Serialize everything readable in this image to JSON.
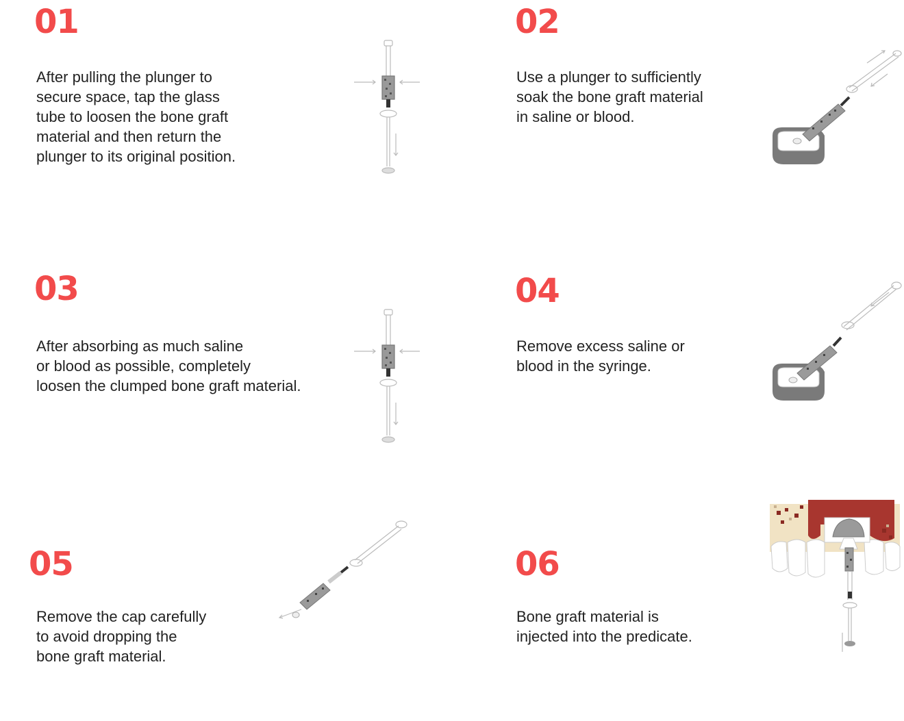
{
  "steps": [
    {
      "number": "01",
      "illustration": "vertical-syringe-tap-illustration",
      "lines": [
        "After pulling the plunger to",
        "secure space, tap the glass",
        "tube to loosen the bone graft",
        "material and then return the",
        "plunger to its original position."
      ]
    },
    {
      "number": "02",
      "illustration": "syringe-in-saline-dish-illustration",
      "lines": [
        "Use a plunger to sufficiently",
        "soak the bone graft material",
        "in saline or blood."
      ]
    },
    {
      "number": "03",
      "illustration": "vertical-syringe-tap-illustration",
      "lines": [
        "After absorbing as much saline",
        "or blood as possible, completely",
        "loosen the clumped bone graft material."
      ]
    },
    {
      "number": "04",
      "illustration": "syringe-remove-excess-illustration",
      "lines": [
        "Remove excess saline or",
        "blood in the syringe."
      ]
    },
    {
      "number": "05",
      "illustration": "syringe-remove-cap-illustration",
      "lines": [
        "Remove the cap carefully",
        "to avoid dropping the",
        "bone graft material."
      ]
    },
    {
      "number": "06",
      "illustration": "graft-injection-jaw-illustration",
      "lines": [
        "Bone graft material is",
        "injected into the predicate."
      ]
    }
  ],
  "colors": {
    "accent": "#f24b4b",
    "text": "#222222",
    "gum": "#a8362f",
    "bone": "#f1e3c4"
  }
}
